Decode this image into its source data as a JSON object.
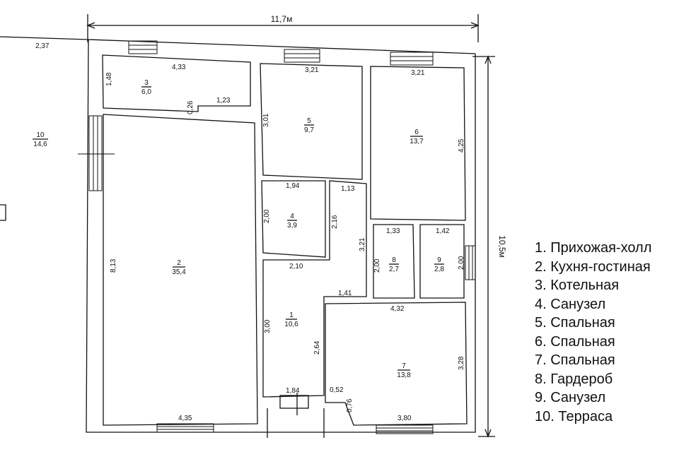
{
  "overall": {
    "width": "11,7м",
    "height": "10,5м"
  },
  "rooms": [
    {
      "id": "1",
      "num": "1",
      "area": "10,6"
    },
    {
      "id": "2",
      "num": "2",
      "area": "35,4"
    },
    {
      "id": "3",
      "num": "3",
      "area": "6,0"
    },
    {
      "id": "4",
      "num": "4",
      "area": "3,9"
    },
    {
      "id": "5",
      "num": "5",
      "area": "9,7"
    },
    {
      "id": "6",
      "num": "6",
      "area": "13,7"
    },
    {
      "id": "7",
      "num": "7",
      "area": "13,8"
    },
    {
      "id": "8",
      "num": "8",
      "area": "2,7"
    },
    {
      "id": "9",
      "num": "9",
      "area": "2,8"
    },
    {
      "id": "10",
      "num": "10",
      "area": "14,6"
    }
  ],
  "dimensions": {
    "terrace_top": "2,37",
    "r3_top": "4,33",
    "r3_left": "1,48",
    "r3_step": "0,26",
    "r3_right": "1,23",
    "r5_top": "3,21",
    "r5_left": "3,01",
    "r6_top": "3,21",
    "r6_right": "4,25",
    "r4_top": "1,94",
    "r4_left": "2,00",
    "r4_bottom": "2,10",
    "corr_top": "1,13",
    "corr_left": "2,16",
    "corr_right": "3,21",
    "r8_top": "1,33",
    "r8_left": "2,00",
    "r9_top": "1,42",
    "r9_right": "2,00",
    "r2_left": "8,13",
    "r2_bottom": "4,35",
    "r1_step": "1,41",
    "r1_left": "3,00",
    "r1_right": "2,64",
    "r1_bottom": "1,84",
    "r7_top": "4,32",
    "r7_right": "3,28",
    "r7_bottom": "3,80",
    "r7_a": "0,52",
    "r7_b": "0,76"
  },
  "legend": [
    "1. Прихожая-холл",
    "2. Кухня-гостиная",
    "3. Котельная",
    "4. Санузел",
    "5. Спальная",
    "6. Спальная",
    "7. Спальная",
    "8. Гардероб",
    "9. Санузел",
    "10. Терраса"
  ]
}
